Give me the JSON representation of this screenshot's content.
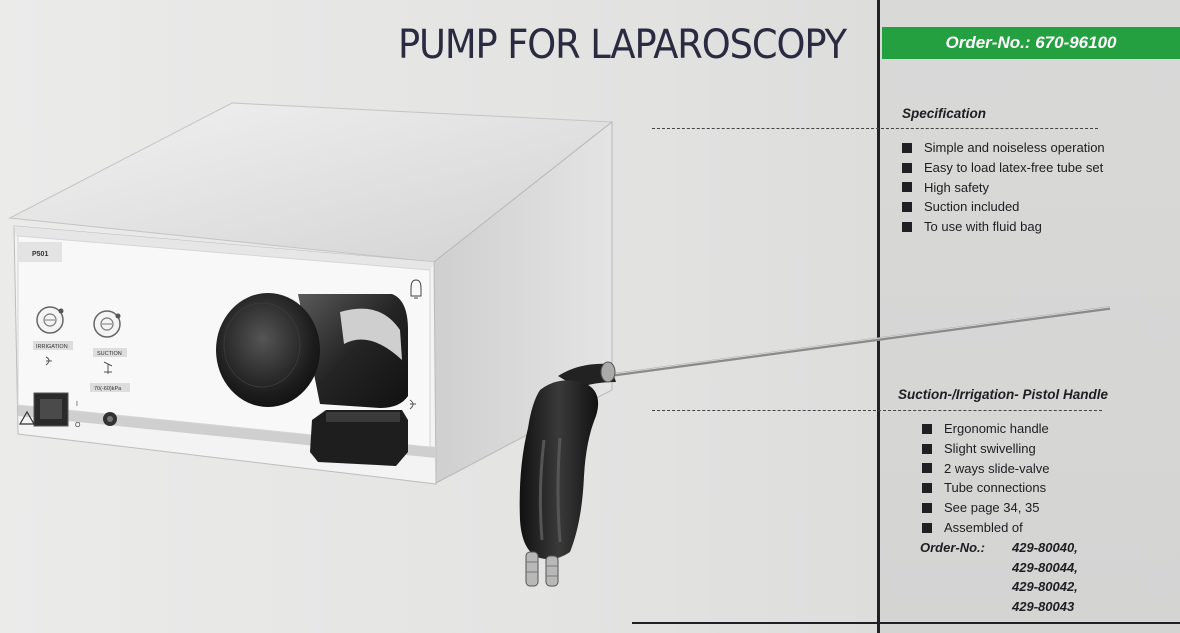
{
  "title": "PUMP FOR LAPAROSCOPY",
  "order_banner": "Order-No.: 670-96100",
  "device": {
    "model_label": "P501",
    "irrigation_label": "IRRIGATION",
    "suction_label": "SUCTION",
    "pressure_label": "70(-60)kPa"
  },
  "specification": {
    "heading": "Specification",
    "items": [
      "Simple and noiseless operation",
      "Easy to load latex-free tube set",
      "High safety",
      "Suction included",
      "To use with fluid bag"
    ]
  },
  "pistol_handle": {
    "heading": "Suction-/Irrigation- Pistol Handle",
    "items": [
      "Ergonomic handle",
      "Slight swivelling",
      "2 ways slide-valve",
      "Tube connections",
      "See page 34, 35",
      "Assembled of"
    ],
    "order_label": "Order-No.:",
    "order_numbers": [
      "429-80040,",
      "429-80044,",
      "429-80042,",
      "429-80043"
    ]
  },
  "colors": {
    "banner": "#24a040",
    "rules": "#1f1f24",
    "title": "#2a2a40"
  }
}
